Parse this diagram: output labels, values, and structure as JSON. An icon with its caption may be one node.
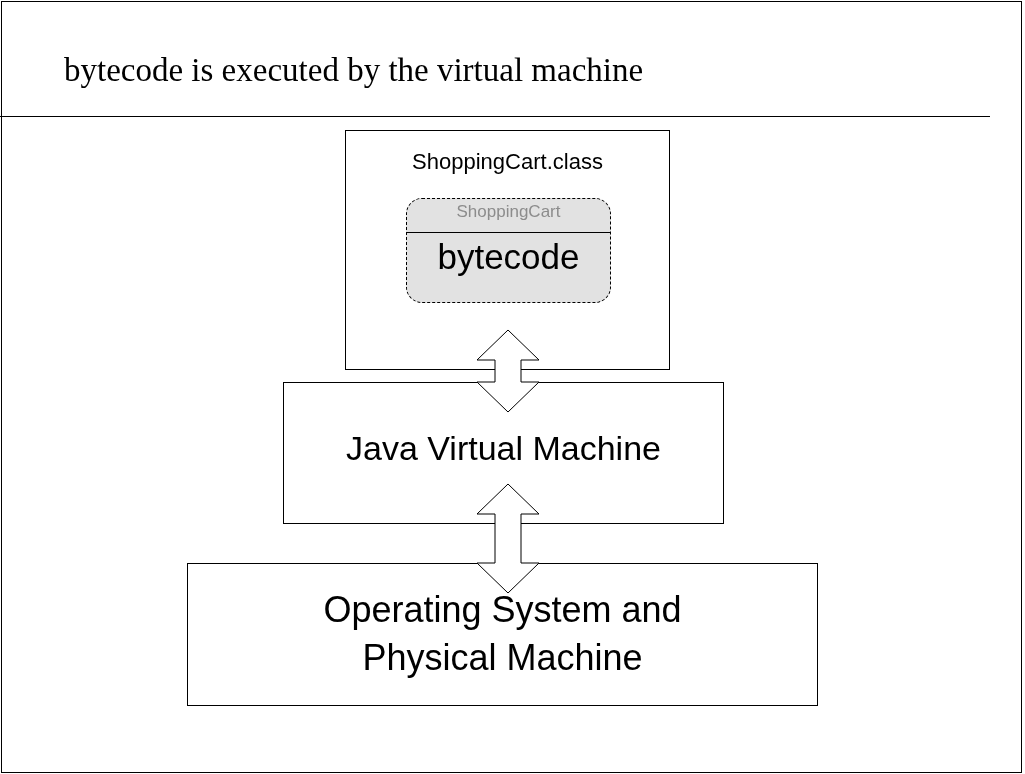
{
  "diagram": {
    "title": "bytecode is executed by the virtual machine",
    "nodes": [
      {
        "text": [
          "ShoppingCart.class"
        ]
      },
      {
        "text": [
          "ShoppingCart",
          "bytecode"
        ],
        "in": 0
      },
      {
        "text": [
          "Java Virtual Machine"
        ]
      },
      {
        "text": [
          "Operating System and Physical Machine"
        ]
      }
    ],
    "edges": [
      {
        "from": 0,
        "to": 2,
        "arrow": "both"
      },
      {
        "from": 2,
        "to": 3,
        "arrow": "both"
      }
    ]
  }
}
